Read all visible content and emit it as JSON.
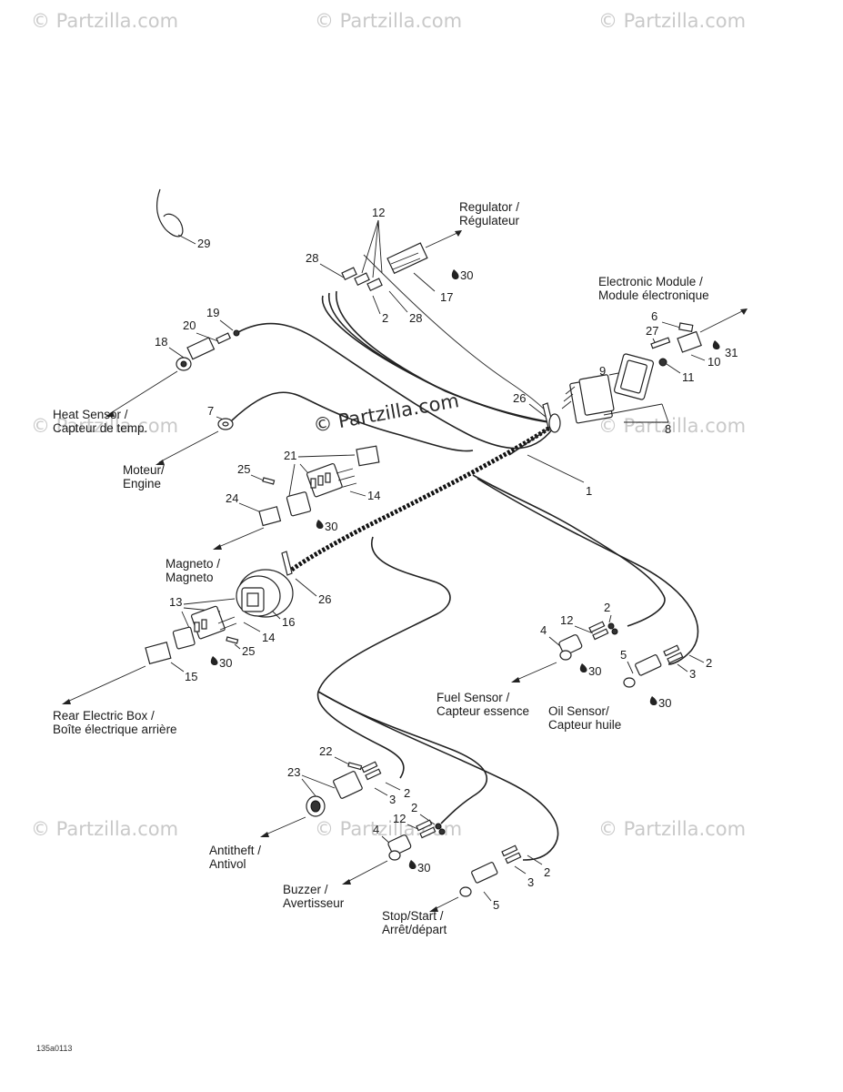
{
  "watermarks": {
    "text": "© Partzilla.com",
    "main_text": "© Partzilla.com"
  },
  "labels": {
    "regulator": [
      "Regulator /",
      "Régulateur"
    ],
    "electronic_module": [
      "Electronic Module /",
      "Module électronique"
    ],
    "heat_sensor": [
      "Heat Sensor /",
      "Capteur de temp."
    ],
    "engine": [
      "Moteur/",
      "Engine"
    ],
    "magneto": [
      "Magneto /",
      "Magneto"
    ],
    "rear_electric_box": [
      "Rear Electric Box /",
      "Boîte électrique arrière"
    ],
    "fuel_sensor": [
      "Fuel Sensor /",
      "Capteur essence"
    ],
    "oil_sensor": [
      "Oil Sensor/",
      "Capteur huile"
    ],
    "antitheft": [
      "Antitheft /",
      "Antivol"
    ],
    "buzzer": [
      "Buzzer /",
      "Avertisseur"
    ],
    "stop_start": [
      "Stop/Start /",
      "Arrêt/départ"
    ]
  },
  "callouts": {
    "n29": "29",
    "n12a": "12",
    "n28a": "28",
    "n2a": "2",
    "n28b": "28",
    "n17": "17",
    "n30a": "30",
    "n19": "19",
    "n20": "20",
    "n18": "18",
    "n6": "6",
    "n27": "27",
    "n9": "9",
    "n31": "31",
    "n10": "10",
    "n11": "11",
    "n26a": "26",
    "n8": "8",
    "n7": "7",
    "n1": "1",
    "n21": "21",
    "n25a": "25",
    "n24": "24",
    "n14a": "14",
    "n30b": "30",
    "n26b": "26",
    "n13": "13",
    "n16": "16",
    "n14b": "14",
    "n25b": "25",
    "n30c": "30",
    "n15": "15",
    "n2b": "2",
    "n12b": "12",
    "n4a": "4",
    "n30d": "30",
    "n5a": "5",
    "n2c": "2",
    "n3a": "3",
    "n30e": "30",
    "n22": "22",
    "n23": "23",
    "n2d": "2",
    "n3b": "3",
    "n2e": "2",
    "n12c": "12",
    "n4b": "4",
    "n30f": "30",
    "n2f": "2",
    "n3c": "3",
    "n5b": "5"
  },
  "drawing_code": "135a0113"
}
